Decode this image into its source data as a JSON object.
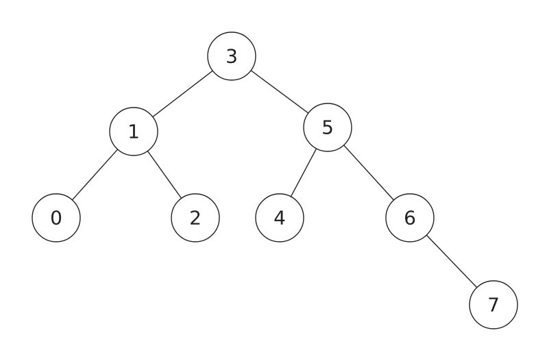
{
  "tree": {
    "nodes": [
      {
        "id": "n3",
        "label": "3"
      },
      {
        "id": "n1",
        "label": "1"
      },
      {
        "id": "n5",
        "label": "5"
      },
      {
        "id": "n0",
        "label": "0"
      },
      {
        "id": "n2",
        "label": "2"
      },
      {
        "id": "n4",
        "label": "4"
      },
      {
        "id": "n6",
        "label": "6"
      },
      {
        "id": "n7",
        "label": "7"
      }
    ],
    "edges": [
      {
        "from": "n3",
        "to": "n1"
      },
      {
        "from": "n3",
        "to": "n5"
      },
      {
        "from": "n1",
        "to": "n0"
      },
      {
        "from": "n1",
        "to": "n2"
      },
      {
        "from": "n5",
        "to": "n4"
      },
      {
        "from": "n5",
        "to": "n6"
      },
      {
        "from": "n6",
        "to": "n7"
      }
    ]
  }
}
